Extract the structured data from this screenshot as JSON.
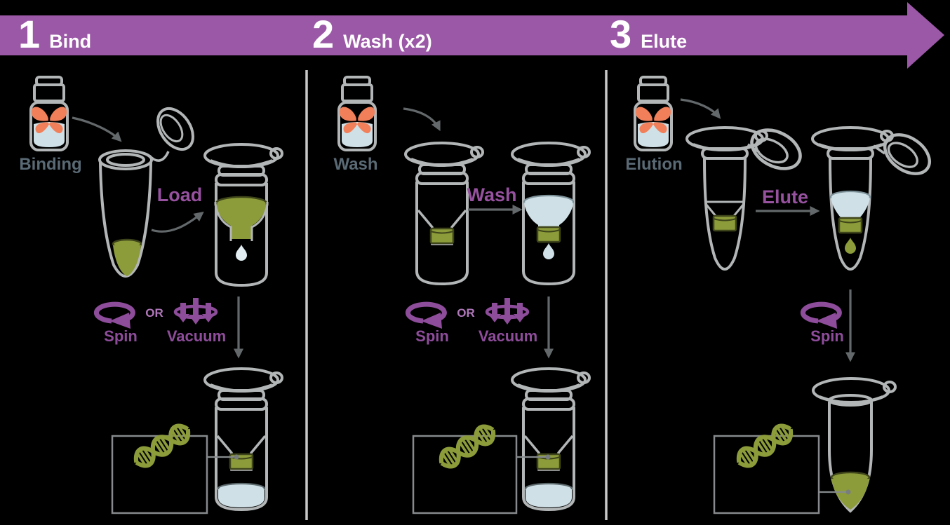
{
  "banner": {
    "color": "#9b58a6",
    "steps": [
      {
        "number": "1",
        "label": "Bind"
      },
      {
        "number": "2",
        "label": "Wash (x2)"
      },
      {
        "number": "3",
        "label": "Elute"
      }
    ]
  },
  "panel1": {
    "reagent_label": "Binding",
    "action_label": "Load",
    "spin_label": "Spin",
    "or_label": "OR",
    "vacuum_label": "Vacuum"
  },
  "panel2": {
    "reagent_label": "Wash",
    "action_label": "Wash",
    "spin_label": "Spin",
    "or_label": "OR",
    "vacuum_label": "Vacuum"
  },
  "panel3": {
    "reagent_label": "Elution",
    "action_label": "Elute",
    "spin_label": "Spin"
  },
  "icons": {
    "butterfly": "orange butterfly logo on reagent vial",
    "spin": "rotating-ellipse-arrow (centrifuge spin)",
    "vacuum": "three down arrows through ring (vacuum manifold)",
    "dna": "olive double-helix",
    "drop": "liquid droplet",
    "flow_arrow": "gray workflow arrow"
  },
  "colors": {
    "background": "#000000",
    "banner_purple": "#9b58a6",
    "action_purple": "#96519f",
    "or_purple": "#b078ba",
    "reagent_slate": "#5a6a75",
    "tube_outline_gray": "#b3b6b7",
    "arrow_gray": "#63686a",
    "callout_box_gray": "#868a8c",
    "sample_olive": "#8c9c3a",
    "buffer_blue": "#cfe0e6",
    "butterfly_orange": "#f1805a",
    "step_text_white": "#ffffff"
  }
}
